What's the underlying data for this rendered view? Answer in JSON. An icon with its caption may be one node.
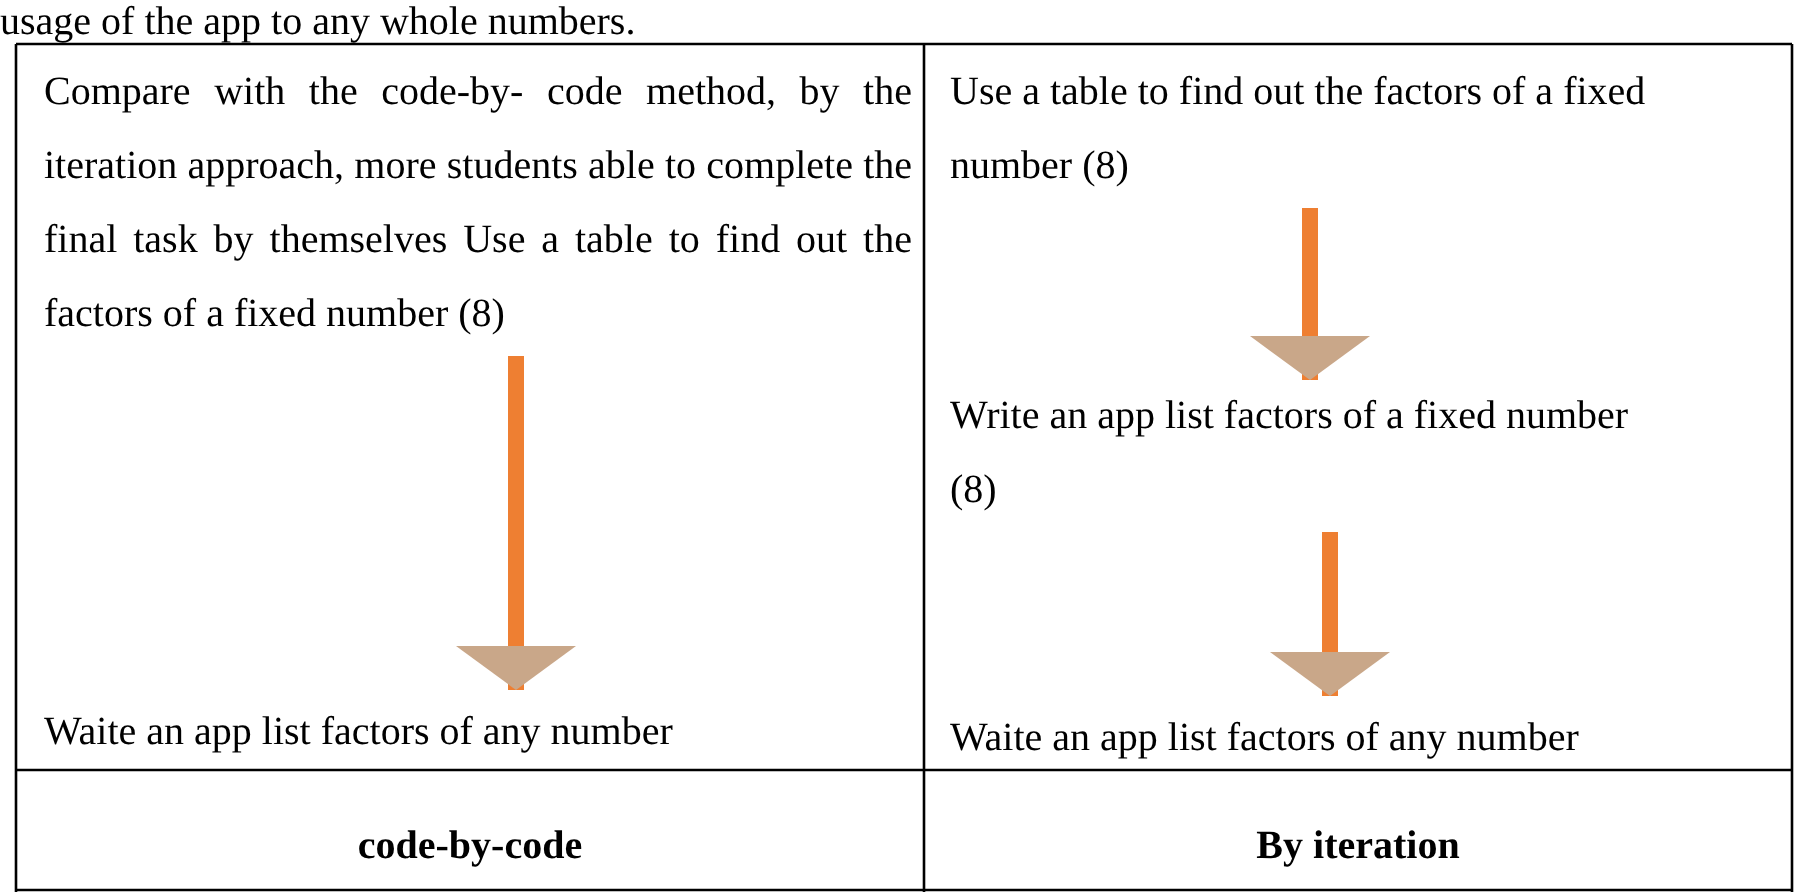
{
  "diagram": {
    "nodes": [
      {
        "text": [
          "Compare with the code-by- code method, by the iteration approach, more students able to complete the final task by themselves Use a table to find out the factors of a fixed number (8)"
        ]
      },
      {
        "text": [
          "Waite an app list factors of any number"
        ]
      },
      {
        "text": [
          "Use a table to find out the factors of a fixed number (8)"
        ]
      },
      {
        "text": [
          "Write an app list factors of a fixed number (8)"
        ]
      },
      {
        "text": [
          "Waite an app list factors of any number"
        ]
      }
    ],
    "edges": [
      {
        "from": 0,
        "to": 1,
        "arrow": "to"
      },
      {
        "from": 2,
        "to": 3,
        "arrow": "to"
      },
      {
        "from": 3,
        "to": 4,
        "arrow": "to"
      }
    ],
    "labels": [
      "usage of the app to any whole numbers.",
      "code-by-code",
      "By iteration"
    ]
  }
}
